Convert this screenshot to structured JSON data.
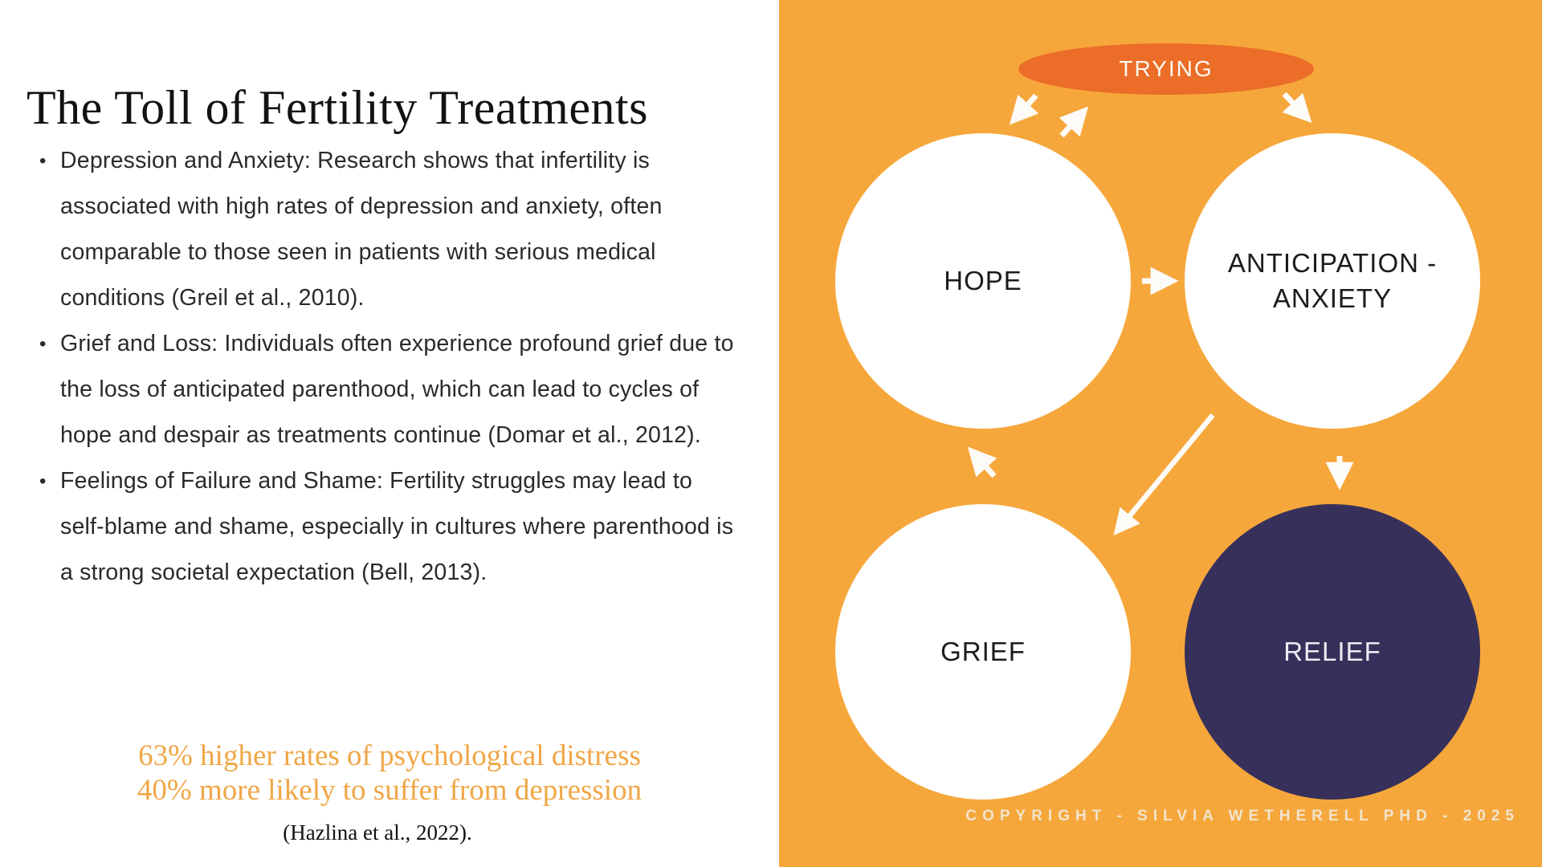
{
  "slide": {
    "title": "The Toll of Fertility Treatments",
    "bullets": [
      "Depression and Anxiety: Research shows that infertility is associated with high rates of depression and anxiety, often comparable to those seen in patients with serious medical conditions (Greil et al., 2010).",
      "Grief and Loss: Individuals often experience profound grief due to the loss of anticipated parenthood, which can lead to cycles of hope and despair as treatments continue (Domar et al., 2012).",
      "Feelings of Failure and Shame: Fertility struggles may lead to self-blame and shame, especially in cultures where parenthood is a strong societal expectation (Bell, 2013)."
    ],
    "stats": [
      "63% higher rates of psychological distress",
      "40% more likely to suffer from depression"
    ],
    "citation": "(Hazlina et al., 2022)."
  },
  "diagram": {
    "nodes": {
      "trying": "TRYING",
      "hope": "HOPE",
      "anticipation": "ANTICIPATION - ANXIETY",
      "grief": "GRIEF",
      "relief": "RELIEF"
    },
    "arrows": [
      {
        "from": "trying",
        "to": "hope",
        "direction": "down-left"
      },
      {
        "from": "hope",
        "to": "trying",
        "direction": "up-right"
      },
      {
        "from": "trying",
        "to": "anticipation",
        "direction": "down-right"
      },
      {
        "from": "hope",
        "to": "anticipation",
        "direction": "right"
      },
      {
        "from": "anticipation",
        "to": "relief",
        "direction": "down"
      },
      {
        "from": "anticipation",
        "to": "grief",
        "direction": "long-diagonal-down-left"
      },
      {
        "from": "grief",
        "to": "hope",
        "direction": "up-left"
      }
    ]
  },
  "footer": {
    "copyright": "COPYRIGHT - SILVIA WETHERELL PHD - 2025"
  },
  "colors": {
    "panel_orange": "#F6A73B",
    "trying_orange": "#EB6D28",
    "relief_navy": "#37305A",
    "stats_orange": "#F0A646",
    "copyright_cream": "#F2E4CE"
  }
}
